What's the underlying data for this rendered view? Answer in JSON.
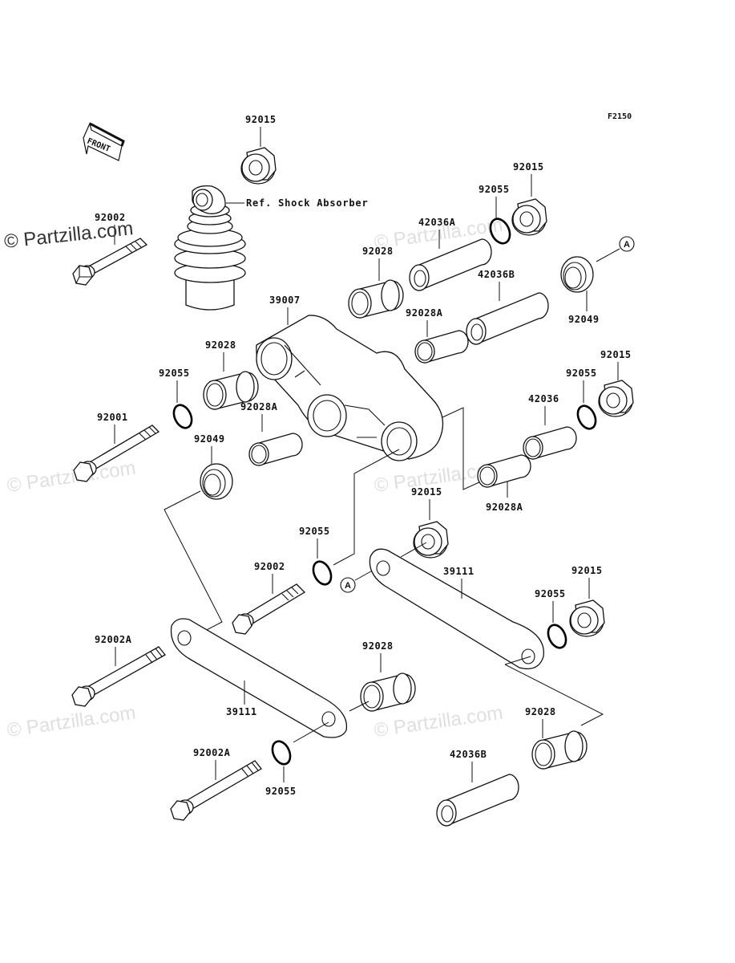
{
  "diagram": {
    "code": "F2150",
    "front_label": "FRONT",
    "ref_label": "Ref. Shock Absorber",
    "circle_marker": "A",
    "watermark": "© Partzilla.com",
    "colors": {
      "line": "#111111",
      "watermark": "#dcdcdc",
      "background": "#ffffff"
    },
    "labels": {
      "n92015_top": "92015",
      "n92002_top": "92002",
      "n92015_r1": "92015",
      "n92055_r1": "92055",
      "n42036A": "42036A",
      "n92028_c": "92028",
      "n42036B_top": "42036B",
      "n92049_r": "92049",
      "n39007": "39007",
      "n92028A_c": "92028A",
      "n92028_l": "92028",
      "n92055_l": "92055",
      "n92001": "92001",
      "n92028A_l": "92028A",
      "n92049_l": "92049",
      "n92015_r2": "92015",
      "n92055_r2": "92055",
      "n42036": "42036",
      "n92028A_r": "92028A",
      "n92015_m": "92015",
      "n92055_m": "92055",
      "n92002_m": "92002",
      "n39111_r": "39111",
      "n92015_r3": "92015",
      "n92055_r3": "92055",
      "n92002A_1": "92002A",
      "n92028_b": "92028",
      "n39111_l": "39111",
      "n92002A_2": "92002A",
      "n92055_b": "92055",
      "n92028_br": "92028",
      "n42036B_b": "42036B"
    }
  }
}
